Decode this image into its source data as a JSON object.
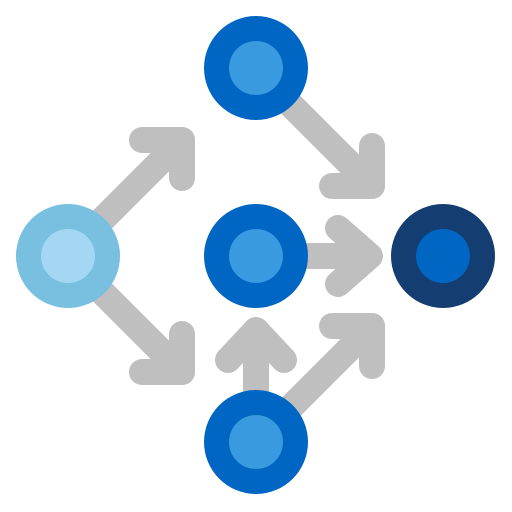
{
  "colors": {
    "arrow": "#bfbfbf",
    "source_outer": "#78bfe0",
    "source_inner": "#a3d7f3",
    "mid_outer": "#0066c4",
    "mid_inner": "#3a9ae0",
    "target_outer": "#143d72",
    "target_inner": "#0066c4",
    "background": "#ffffff"
  },
  "nodes": [
    {
      "id": "source",
      "role": "source-node"
    },
    {
      "id": "top",
      "role": "top-node"
    },
    {
      "id": "center",
      "role": "center-node"
    },
    {
      "id": "bottom",
      "role": "bottom-node"
    },
    {
      "id": "target",
      "role": "target-node"
    }
  ],
  "edges": [
    {
      "from": "source",
      "to": "top"
    },
    {
      "from": "source",
      "to": "bottom"
    },
    {
      "from": "top",
      "to": "target"
    },
    {
      "from": "center",
      "to": "target"
    },
    {
      "from": "bottom",
      "to": "center"
    },
    {
      "from": "bottom",
      "to": "target"
    }
  ]
}
